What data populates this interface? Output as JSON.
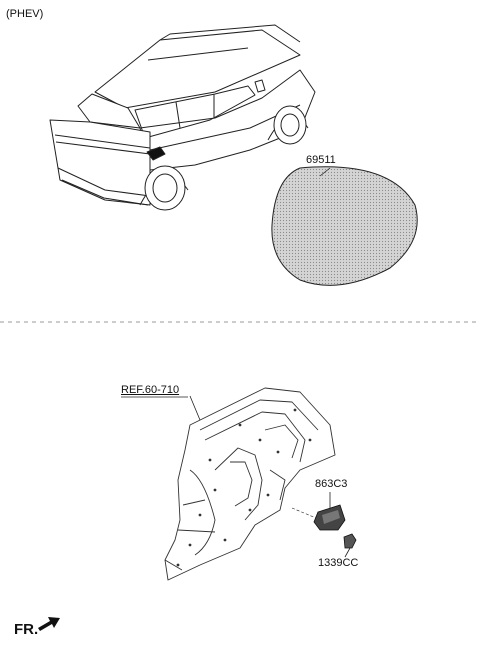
{
  "variant_label": "(PHEV)",
  "parts": {
    "fuel_door": "69511",
    "ref": "REF.60-710",
    "bracket": "863C3",
    "clip": "1339CC"
  },
  "direction_label": "FR."
}
